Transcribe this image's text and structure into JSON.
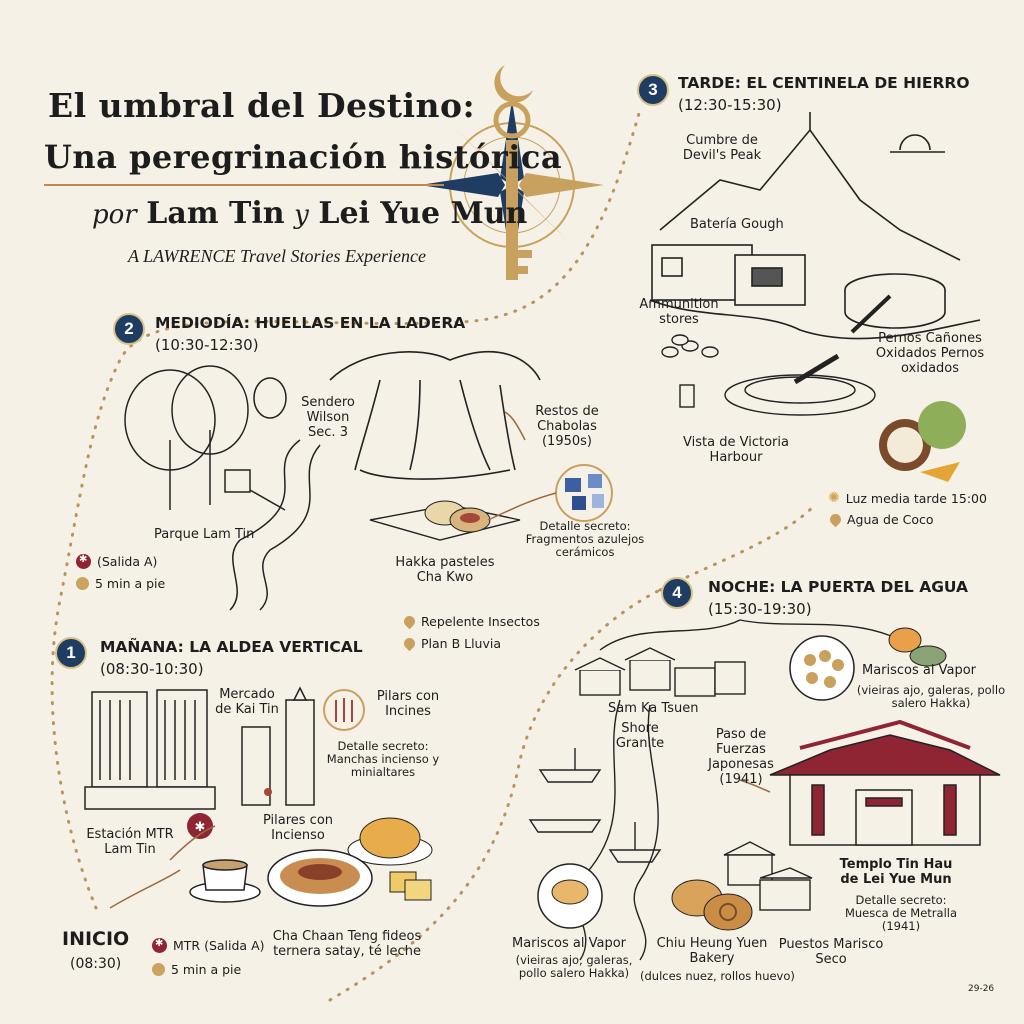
{
  "title": {
    "line1": "El umbral del Destino:",
    "line2": "Una peregrinación histórica",
    "by_word": "por",
    "place1": "Lam Tin",
    "and_word": "y",
    "place2": "Lei Yue Mun",
    "subtitle": "A LAWRENCE Travel Stories Experience"
  },
  "start": {
    "label": "INICIO",
    "time": "(08:30)",
    "notes": [
      "MTR (Salida A)",
      "5 min a pie"
    ]
  },
  "sections": [
    {
      "num": "1",
      "title": "MAÑANA: LA ALDEA VERTICAL",
      "time": "(08:30-10:30)",
      "labels": {
        "station": "Estación MTR Lam Tin",
        "market": "Mercado de Kai Tin",
        "pillars_top": "Pilars con Incines",
        "pillars": "Pilares con Incienso",
        "secret": "Detalle secreto: Manchas incienso y minialtares",
        "cafe": "Cha Chaan Teng fideos ternera satay, té leche"
      }
    },
    {
      "num": "2",
      "title": "MEDIODÍA: HUELLAS EN LA LADERA",
      "time": "(10:30-12:30)",
      "labels": {
        "park": "Parque Lam Tin",
        "trail": "Sendero Wilson Sec. 3",
        "ruins": "Restos de Chabolas (1950s)",
        "hakka": "Hakka pasteles Cha Kwo",
        "secret": "Detalle secreto: Fragmentos azulejos cerámicos"
      },
      "notes": [
        "(Salida A)",
        "5 min a pie"
      ],
      "tips": [
        "Repelente Insectos",
        "Plan B Lluvia"
      ]
    },
    {
      "num": "3",
      "title": "TARDE: EL CENTINELA DE HIERRO",
      "time": "(12:30-15:30)",
      "labels": {
        "peak": "Cumbre de Devil's Peak",
        "battery": "Batería Gough",
        "ammo": "Ammunition stores",
        "bolts": "Pernos Cañones Oxidados Pernos oxidados",
        "harbour": "Vista de Victoria Harbour"
      },
      "tips": [
        "Luz media tarde 15:00",
        "Agua de Coco"
      ]
    },
    {
      "num": "4",
      "title": "NOCHE: LA PUERTA DEL AGUA",
      "time": "(15:30-19:30)",
      "labels": {
        "village": "Sam Ka Tsuen",
        "granite": "Shore Granite",
        "pass": "Paso de Fuerzas Japonesas (1941)",
        "seafood_top": "Mariscos al Vapor",
        "seafood_top_sub": "(vieiras ajo, galeras, pollo salero Hakka)",
        "temple": "Templo Tin Hau de Lei Yue Mun",
        "temple_secret": "Detalle secreto: Muesca de Metralla (1941)",
        "seafood": "Mariscos al Vapor",
        "seafood_sub": "(vieiras ajo, galeras, pollo salero Hakka)",
        "bakery": "Chiu Heung Yuen Bakery",
        "bakery_sub": "(dulces nuez, rollos huevo)",
        "stalls": "Puestos Marisco Seco"
      }
    }
  ],
  "signature": "29-26",
  "colors": {
    "navy": "#1f3d63",
    "gold": "#c9a15f",
    "red": "#8f2432",
    "paper": "#f6f1e6",
    "ink": "#1d1d1d"
  }
}
